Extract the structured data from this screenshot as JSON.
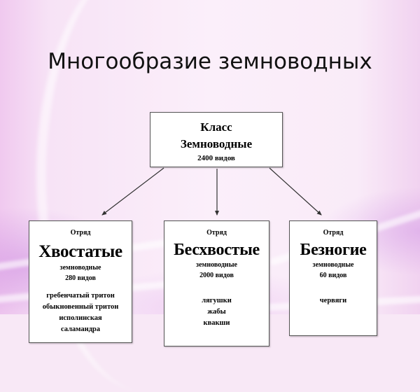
{
  "slide": {
    "title": "Многообразие земноводных"
  },
  "root": {
    "label": "Класс",
    "name": "Земноводные",
    "count": "2400 видов"
  },
  "orders": [
    {
      "label": "Отряд",
      "name": "Хвостатые",
      "sub": "земноводные",
      "count": "280 видов",
      "examples": [
        "гребенчатый тритон",
        "обыкновенный тритон",
        "исполинская",
        "саламандра"
      ]
    },
    {
      "label": "Отряд",
      "name": "Бесхвостые",
      "sub": "земноводные",
      "count": "2000 видов",
      "examples": [
        "лягушки",
        "жабы",
        "квакши"
      ]
    },
    {
      "label": "Отряд",
      "name": "Безногие",
      "sub": "земноводные",
      "count": "60 видов",
      "examples": [
        "червяги"
      ]
    }
  ],
  "colors": {
    "background": "#f8e8f6",
    "box_fill": "#ffffff",
    "box_border": "#555555",
    "text": "#000000",
    "arrow": "#333333"
  }
}
